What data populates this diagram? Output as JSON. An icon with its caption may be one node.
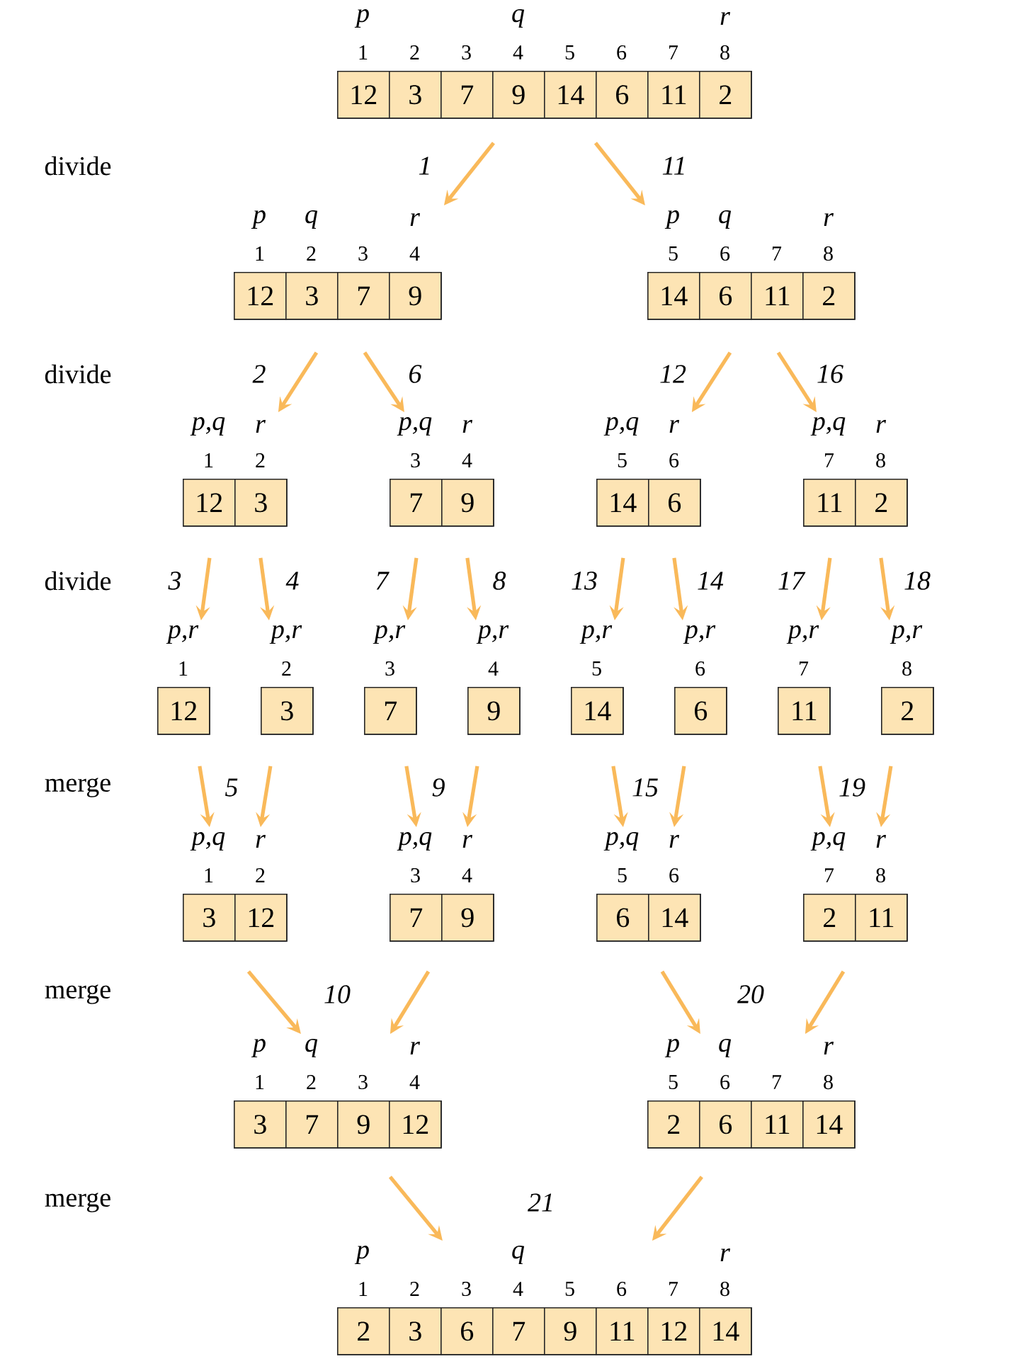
{
  "diagram": {
    "nodes": [
      {
        "text": [
          "12",
          "3",
          "7",
          "9",
          "14",
          "6",
          "11",
          "2"
        ],
        "beside": [
          "p",
          "q",
          "r",
          "1",
          "2",
          "3",
          "4",
          "5",
          "6",
          "7",
          "8"
        ]
      },
      {
        "text": [
          "12",
          "3",
          "7",
          "9"
        ],
        "beside": [
          "p",
          "q",
          "r",
          "1",
          "2",
          "3",
          "4"
        ]
      },
      {
        "text": [
          "14",
          "6",
          "11",
          "2"
        ],
        "beside": [
          "p",
          "q",
          "r",
          "5",
          "6",
          "7",
          "8"
        ]
      },
      {
        "text": [
          "12",
          "3"
        ],
        "beside": [
          "p,q",
          "r",
          "1",
          "2"
        ]
      },
      {
        "text": [
          "7",
          "9"
        ],
        "beside": [
          "p,q",
          "r",
          "3",
          "4"
        ]
      },
      {
        "text": [
          "14",
          "6"
        ],
        "beside": [
          "p,q",
          "r",
          "5",
          "6"
        ]
      },
      {
        "text": [
          "11",
          "2"
        ],
        "beside": [
          "p,q",
          "r",
          "7",
          "8"
        ]
      },
      {
        "text": [
          "12"
        ],
        "beside": [
          "p,r",
          "1"
        ]
      },
      {
        "text": [
          "3"
        ],
        "beside": [
          "p,r",
          "2"
        ]
      },
      {
        "text": [
          "7"
        ],
        "beside": [
          "p,r",
          "3"
        ]
      },
      {
        "text": [
          "9"
        ],
        "beside": [
          "p,r",
          "4"
        ]
      },
      {
        "text": [
          "14"
        ],
        "beside": [
          "p,r",
          "5"
        ]
      },
      {
        "text": [
          "6"
        ],
        "beside": [
          "p,r",
          "6"
        ]
      },
      {
        "text": [
          "11"
        ],
        "beside": [
          "p,r",
          "7"
        ]
      },
      {
        "text": [
          "2"
        ],
        "beside": [
          "p,r",
          "8"
        ]
      },
      {
        "text": [
          "3",
          "12"
        ],
        "beside": [
          "p,q",
          "r",
          "1",
          "2"
        ]
      },
      {
        "text": [
          "7",
          "9"
        ],
        "beside": [
          "p,q",
          "r",
          "3",
          "4"
        ]
      },
      {
        "text": [
          "6",
          "14"
        ],
        "beside": [
          "p,q",
          "r",
          "5",
          "6"
        ]
      },
      {
        "text": [
          "2",
          "11"
        ],
        "beside": [
          "p,q",
          "r",
          "7",
          "8"
        ]
      },
      {
        "text": [
          "3",
          "7",
          "9",
          "12"
        ],
        "beside": [
          "p",
          "q",
          "r",
          "1",
          "2",
          "3",
          "4"
        ]
      },
      {
        "text": [
          "2",
          "6",
          "11",
          "14"
        ],
        "beside": [
          "p",
          "q",
          "r",
          "5",
          "6",
          "7",
          "8"
        ]
      },
      {
        "text": [
          "2",
          "3",
          "6",
          "7",
          "9",
          "11",
          "12",
          "14"
        ],
        "beside": [
          "p",
          "q",
          "r",
          "1",
          "2",
          "3",
          "4",
          "5",
          "6",
          "7",
          "8"
        ]
      }
    ],
    "edges": [
      {
        "from": 0,
        "to": 1,
        "arrow": "to",
        "label": "1"
      },
      {
        "from": 0,
        "to": 2,
        "arrow": "to",
        "label": "11"
      },
      {
        "from": 1,
        "to": 3,
        "arrow": "to",
        "label": "2"
      },
      {
        "from": 1,
        "to": 4,
        "arrow": "to",
        "label": "6"
      },
      {
        "from": 2,
        "to": 5,
        "arrow": "to",
        "label": "12"
      },
      {
        "from": 2,
        "to": 6,
        "arrow": "to",
        "label": "16"
      },
      {
        "from": 3,
        "to": 7,
        "arrow": "to",
        "label": "3"
      },
      {
        "from": 3,
        "to": 8,
        "arrow": "to",
        "label": "4"
      },
      {
        "from": 4,
        "to": 9,
        "arrow": "to",
        "label": "7"
      },
      {
        "from": 4,
        "to": 10,
        "arrow": "to",
        "label": "8"
      },
      {
        "from": 5,
        "to": 11,
        "arrow": "to",
        "label": "13"
      },
      {
        "from": 5,
        "to": 12,
        "arrow": "to",
        "label": "14"
      },
      {
        "from": 6,
        "to": 13,
        "arrow": "to",
        "label": "17"
      },
      {
        "from": 6,
        "to": 14,
        "arrow": "to",
        "label": "18"
      },
      {
        "from": 7,
        "to": 15,
        "arrow": "to",
        "label": "5"
      },
      {
        "from": 8,
        "to": 15,
        "arrow": "to"
      },
      {
        "from": 9,
        "to": 16,
        "arrow": "to",
        "label": "9"
      },
      {
        "from": 10,
        "to": 16,
        "arrow": "to"
      },
      {
        "from": 11,
        "to": 17,
        "arrow": "to",
        "label": "15"
      },
      {
        "from": 12,
        "to": 17,
        "arrow": "to"
      },
      {
        "from": 13,
        "to": 18,
        "arrow": "to",
        "label": "19"
      },
      {
        "from": 14,
        "to": 18,
        "arrow": "to"
      },
      {
        "from": 15,
        "to": 19,
        "arrow": "to",
        "label": "10"
      },
      {
        "from": 16,
        "to": 19,
        "arrow": "to"
      },
      {
        "from": 17,
        "to": 20,
        "arrow": "to",
        "label": "20"
      },
      {
        "from": 18,
        "to": 20,
        "arrow": "to"
      },
      {
        "from": 19,
        "to": 21,
        "arrow": "to",
        "label": "21"
      },
      {
        "from": 20,
        "to": 21,
        "arrow": "to"
      }
    ],
    "labels": [
      "divide",
      "divide",
      "divide",
      "merge",
      "merge",
      "merge"
    ]
  }
}
